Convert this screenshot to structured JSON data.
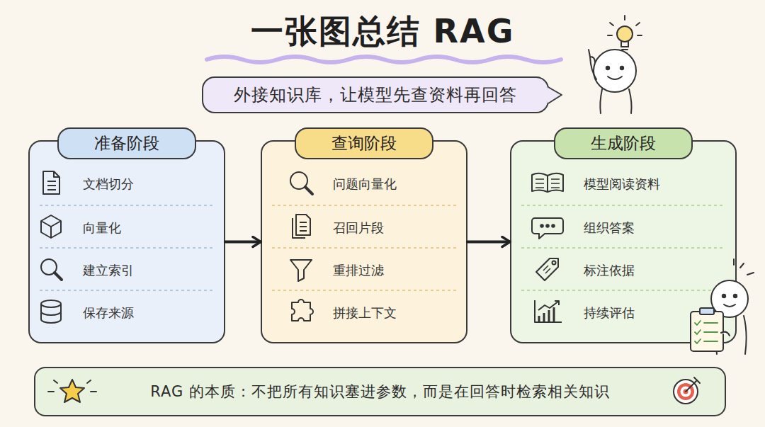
{
  "diagram": {
    "title": "一张图总结 RAG",
    "nodes": [
      {
        "text": [
          "外接知识库，让模型先查资料再回答"
        ]
      },
      {
        "text": [
          "准备阶段",
          "文档切分",
          "向量化",
          "建立索引",
          "保存来源"
        ]
      },
      {
        "text": [
          "查询阶段",
          "问题向量化",
          "召回片段",
          "重排过滤",
          "拼接上下文"
        ]
      },
      {
        "text": [
          "生成阶段",
          "模型阅读资料",
          "组织答案",
          "标注依据",
          "持续评估"
        ]
      },
      {
        "text": [
          "RAG 的本质：不把所有知识塞进参数，而是在回答时检索相关知识"
        ]
      }
    ],
    "edges": [
      {
        "from": 1,
        "to": 2,
        "arrow": "to"
      },
      {
        "from": 2,
        "to": 3,
        "arrow": "to"
      }
    ]
  }
}
